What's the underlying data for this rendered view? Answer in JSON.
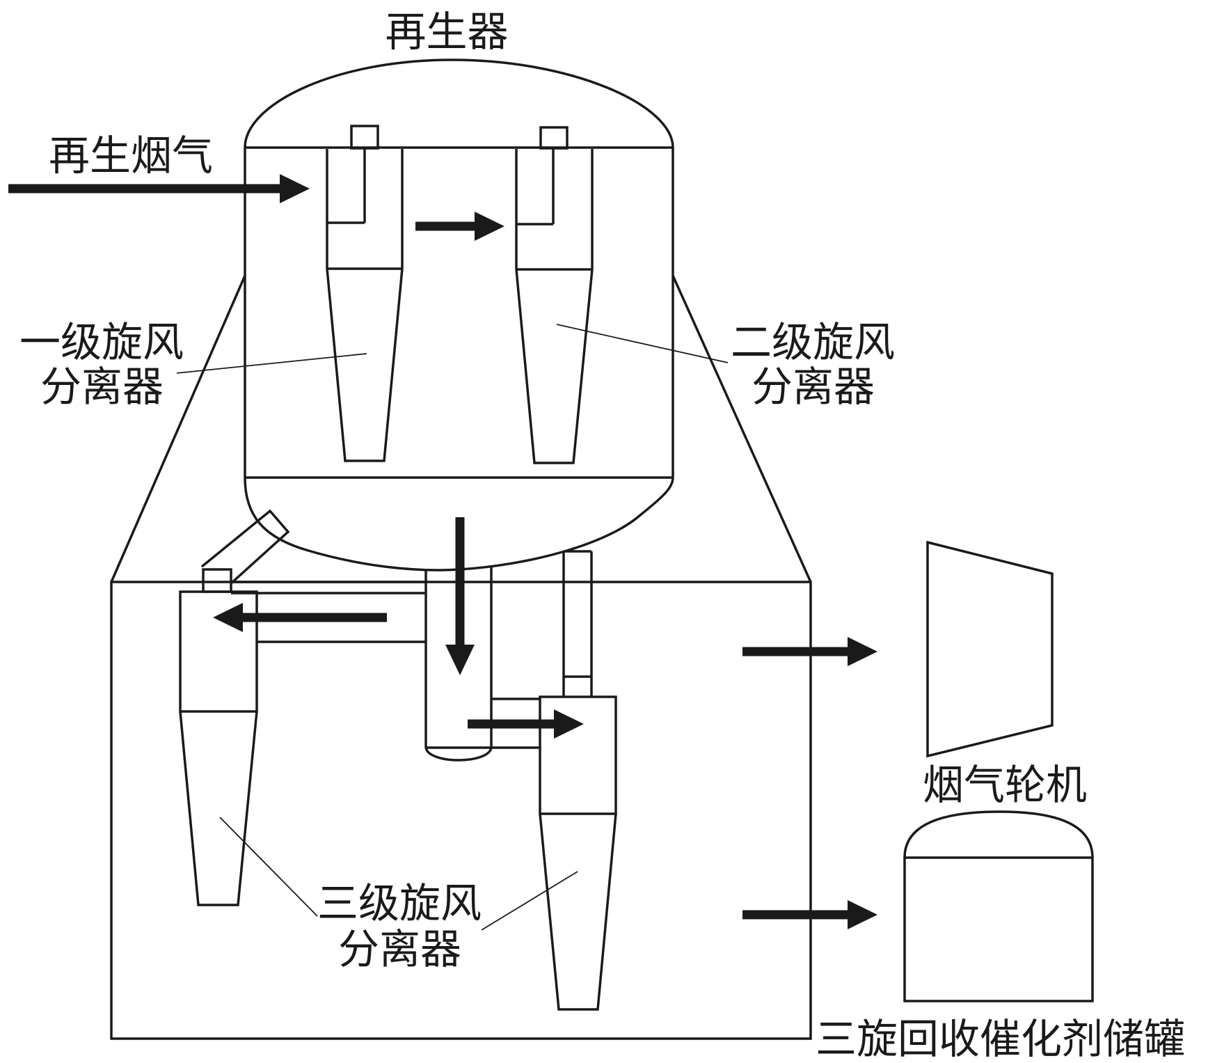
{
  "labels": {
    "regenerator": "再生器",
    "flue_gas_in": "再生烟气",
    "first_cyclone_line1": "一级旋风",
    "first_cyclone_line2": "分离器",
    "second_cyclone_line1": "二级旋风",
    "second_cyclone_line2": "分离器",
    "third_cyclone_line1": "三级旋风",
    "third_cyclone_line2": "分离器",
    "flue_gas_turbine": "烟气轮机",
    "catalyst_tank": "三旋回收催化剂储罐"
  }
}
